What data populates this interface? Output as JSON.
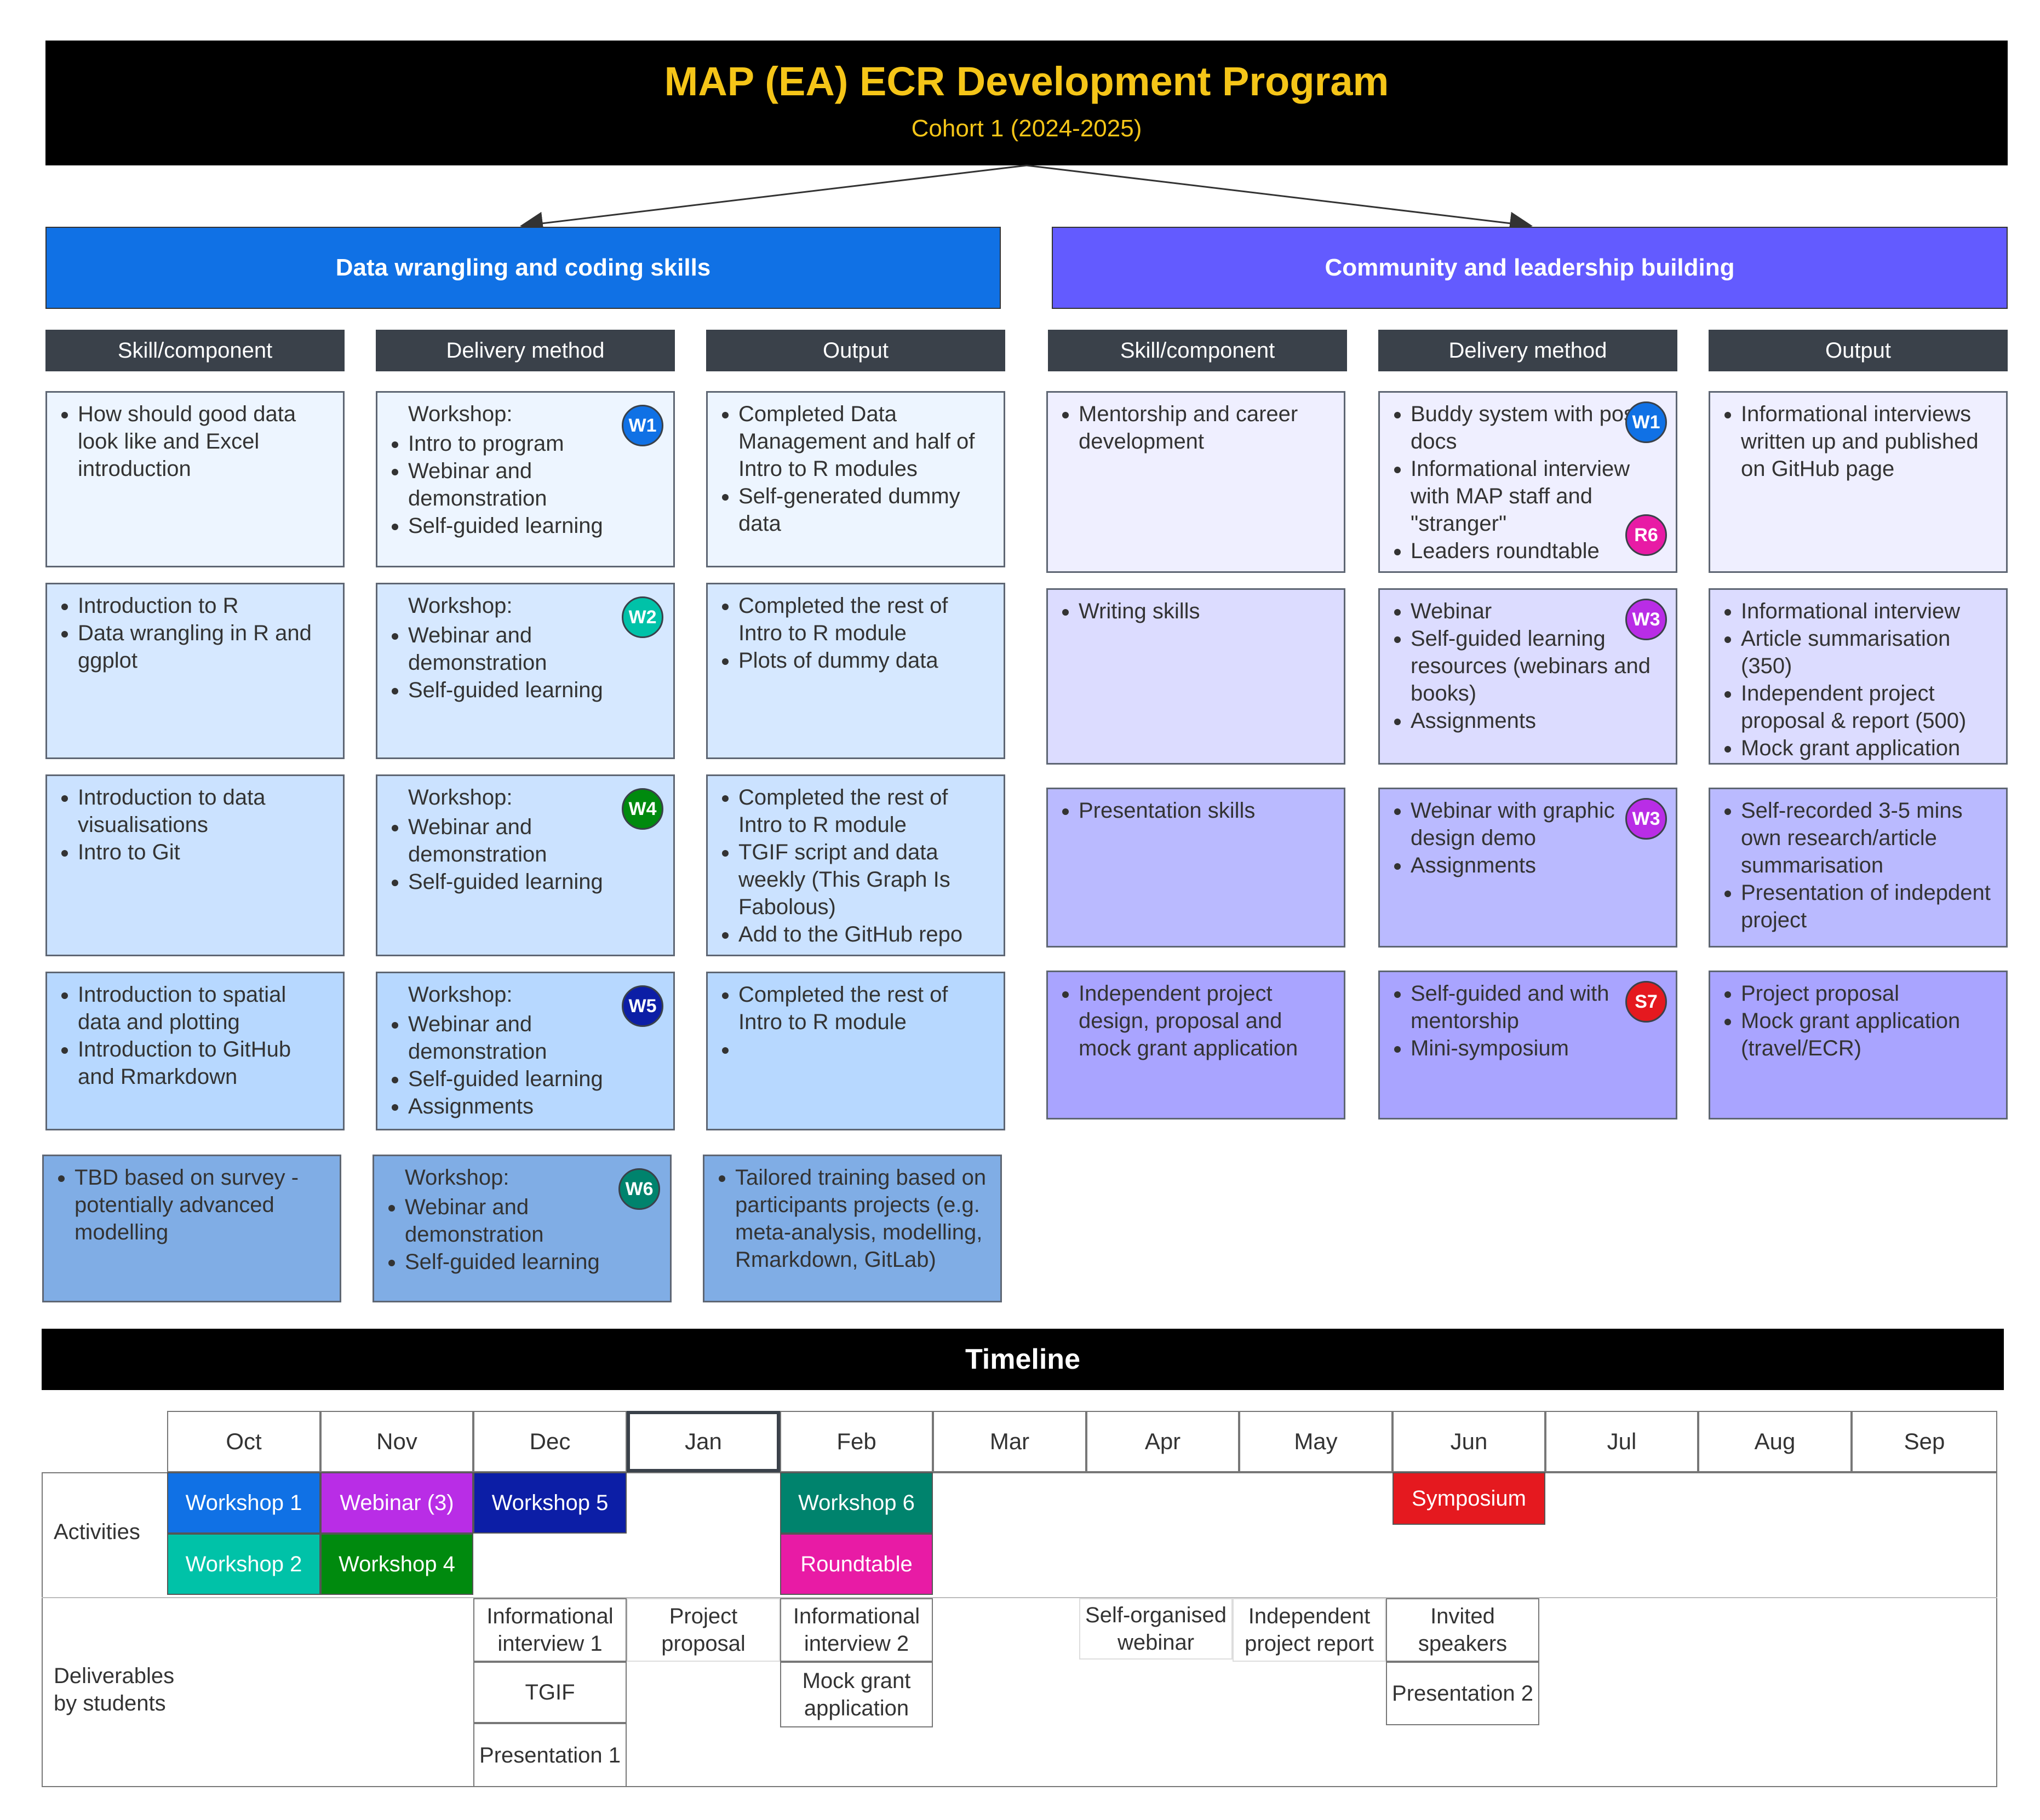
{
  "header": {
    "title": "MAP (EA) ECR Development Program",
    "subtitle": "Cohort 1 (2024-2025)"
  },
  "sections": {
    "left": "Data wrangling and coding skills",
    "right": "Community and leadership building"
  },
  "column_headers": {
    "skill": "Skill/component",
    "delivery": "Delivery method",
    "output": "Output"
  },
  "left_rows": [
    {
      "skill": [
        "How should good data look like and Excel introduction"
      ],
      "delivery_lead": "Workshop:",
      "delivery": [
        "Intro to program",
        "Webinar and demonstration",
        "Self-guided learning"
      ],
      "badge": "W1",
      "badge_color": "#1071e5",
      "output": [
        "Completed Data Management and half of Intro to R modules",
        "Self-generated dummy data"
      ],
      "bg": "#edf5ff"
    },
    {
      "skill": [
        "Introduction to R",
        "Data wrangling in R and ggplot"
      ],
      "delivery_lead": "Workshop:",
      "delivery": [
        "Webinar and demonstration",
        "Self-guided learning"
      ],
      "badge": "W2",
      "badge_color": "#00c2a8",
      "output": [
        "Completed the rest of Intro to R module",
        "Plots of dummy data"
      ],
      "bg": "#d6e8ff"
    },
    {
      "skill": [
        "Introduction to data visualisations",
        "Intro to Git"
      ],
      "delivery_lead": "Workshop:",
      "delivery": [
        "Webinar and demonstration",
        "Self-guided learning"
      ],
      "badge": "W4",
      "badge_color": "#008a0e",
      "output": [
        "Completed the rest of Intro to R module",
        "TGIF script and data weekly (This Graph Is Fabolous)",
        "Add to the GitHub repo"
      ],
      "bg": "#cbe2ff"
    },
    {
      "skill": [
        "Introduction to spatial data and plotting",
        "Introduction to GitHub and Rmarkdown"
      ],
      "delivery_lead": "Workshop:",
      "delivery": [
        "Webinar and demonstration",
        "Self-guided learning",
        "Assignments"
      ],
      "badge": "W5",
      "badge_color": "#0c1ea6",
      "output": [
        "Completed the rest of Intro to R module",
        ""
      ],
      "bg": "#b7d8ff"
    },
    {
      "skill": [
        "TBD based on survey - potentially advanced modelling"
      ],
      "delivery_lead": "Workshop:",
      "delivery": [
        "Webinar and demonstration",
        "Self-guided learning"
      ],
      "badge": "W6",
      "badge_color": "#00836d",
      "output": [
        "Tailored training based on participants projects (e.g. meta-analysis, modelling, Rmarkdown, GitLab)"
      ],
      "bg": "#80ade5"
    }
  ],
  "right_rows": [
    {
      "skill": [
        "Mentorship and career development"
      ],
      "delivery": [
        "Buddy system with post-docs",
        "Informational interview with MAP staff and \"stranger\"",
        "Leaders roundtable"
      ],
      "badges": [
        {
          "label": "W1",
          "color": "#1071e5"
        },
        {
          "label": "R6",
          "color": "#e81ba5"
        }
      ],
      "output": [
        "Informational interviews written up and published on GitHub page"
      ],
      "bg": "#efefff"
    },
    {
      "skill": [
        "Writing skills"
      ],
      "delivery": [
        "Webinar",
        "Self-guided learning resources (webinars and books)",
        "Assignments"
      ],
      "badges": [
        {
          "label": "W3",
          "color": "#b92de6"
        }
      ],
      "output": [
        "Informational interview",
        "Article summarisation (350)",
        "Independent project proposal & report (500)",
        "Mock grant application"
      ],
      "bg": "#dcdcff"
    },
    {
      "skill": [
        "Presentation skills"
      ],
      "delivery": [
        "Webinar with graphic design demo",
        "Assignments"
      ],
      "badges": [
        {
          "label": "W3",
          "color": "#b92de6"
        }
      ],
      "output": [
        "Self-recorded 3-5 mins own research/article summarisation",
        "Presentation of indepdent project"
      ],
      "bg": "#babaff"
    },
    {
      "skill": [
        "Independent project design, proposal and mock grant application"
      ],
      "delivery": [
        "Self-guided and with mentorship",
        "Mini-symposium"
      ],
      "badges": [
        {
          "label": "S7",
          "color": "#e5191f"
        }
      ],
      "output": [
        "Project proposal",
        "Mock grant application (travel/ECR)"
      ],
      "bg": "#a9a4ff"
    }
  ],
  "timeline": {
    "title": "Timeline",
    "months": [
      "Oct",
      "Nov",
      "Dec",
      "Jan",
      "Feb",
      "Mar",
      "Apr",
      "May",
      "Jun",
      "Jul",
      "Aug",
      "Sep"
    ],
    "row_labels": {
      "activities": "Activities",
      "deliverables": "Deliverables by students"
    },
    "activities": [
      {
        "label": "Workshop 1",
        "color": "#1071e5"
      },
      {
        "label": "Workshop 2",
        "color": "#00c2a8"
      },
      {
        "label": "Webinar (3)",
        "color": "#b92de6"
      },
      {
        "label": "Workshop 4",
        "color": "#008a0e"
      },
      {
        "label": "Workshop 5",
        "color": "#0c1ea6"
      },
      {
        "label": "Workshop 6",
        "color": "#00836d"
      },
      {
        "label": "Roundtable",
        "color": "#e81ba5"
      },
      {
        "label": "Symposium",
        "color": "#e5191f"
      }
    ],
    "deliverables": [
      "Informational interview 1",
      "TGIF",
      "Presentation 1",
      "Project proposal",
      "Informational interview 2",
      "Mock grant application",
      "Self-organised webinar",
      "Independent project report",
      "Invited speakers",
      "Presentation 2"
    ]
  }
}
